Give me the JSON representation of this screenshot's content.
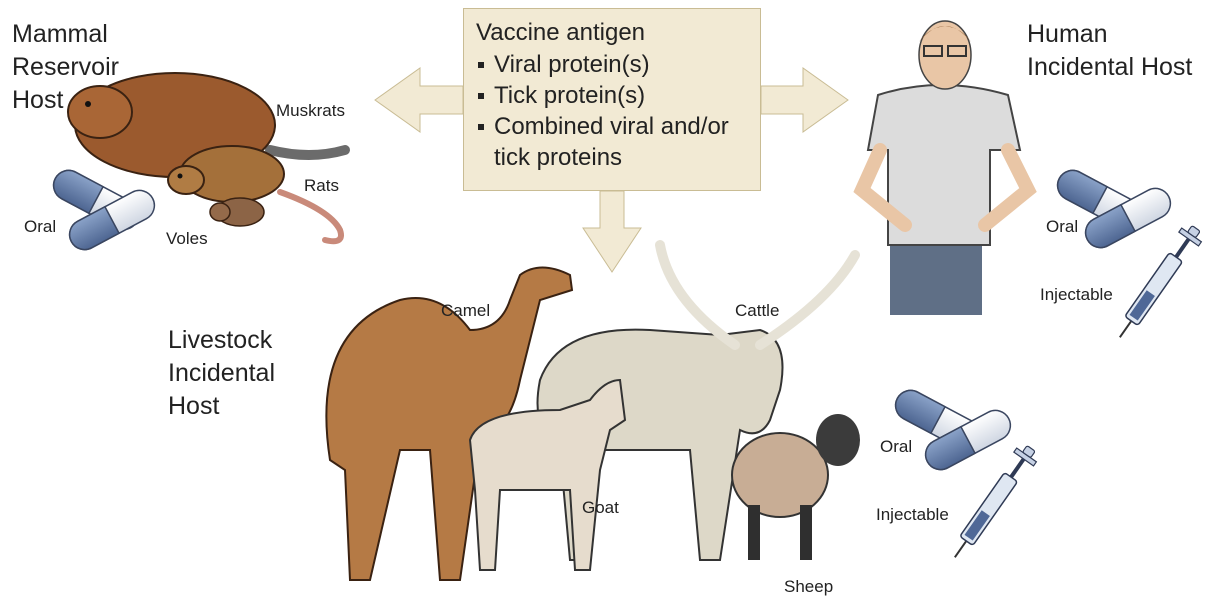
{
  "center": {
    "heading": "Vaccine antigen",
    "items": [
      "Viral protein(s)",
      "Tick protein(s)",
      "Combined viral and/or tick proteins"
    ],
    "fill": "#f2ead4"
  },
  "mammal": {
    "title": [
      "Mammal",
      "Reservoir",
      "Host"
    ],
    "animals": [
      "Muskrats",
      "Rats",
      "Voles"
    ],
    "oral": "Oral"
  },
  "human": {
    "title": [
      "Human",
      "Incidental Host"
    ],
    "oral": "Oral",
    "injectable": "Injectable"
  },
  "livestock": {
    "title": [
      "Livestock",
      "Incidental",
      "Host"
    ],
    "animals": [
      "Camel",
      "Cattle",
      "Goat",
      "Sheep"
    ],
    "oral": "Oral",
    "injectable": "Injectable"
  },
  "colors": {
    "arrow": "#f2ead4",
    "pill_blue": "#6a84b2",
    "pill_white": "#f4f6fa"
  },
  "icons": [
    "capsule-icon",
    "syringe-icon"
  ]
}
